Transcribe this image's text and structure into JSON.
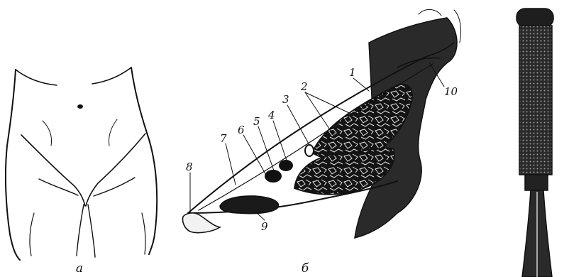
{
  "figure": {
    "panel_a": {
      "caption": "а"
    },
    "panel_b": {
      "caption": "б",
      "labels": [
        "1",
        "2",
        "3",
        "4",
        "5",
        "6",
        "7",
        "8",
        "9",
        "10"
      ]
    },
    "panel_c": {}
  }
}
